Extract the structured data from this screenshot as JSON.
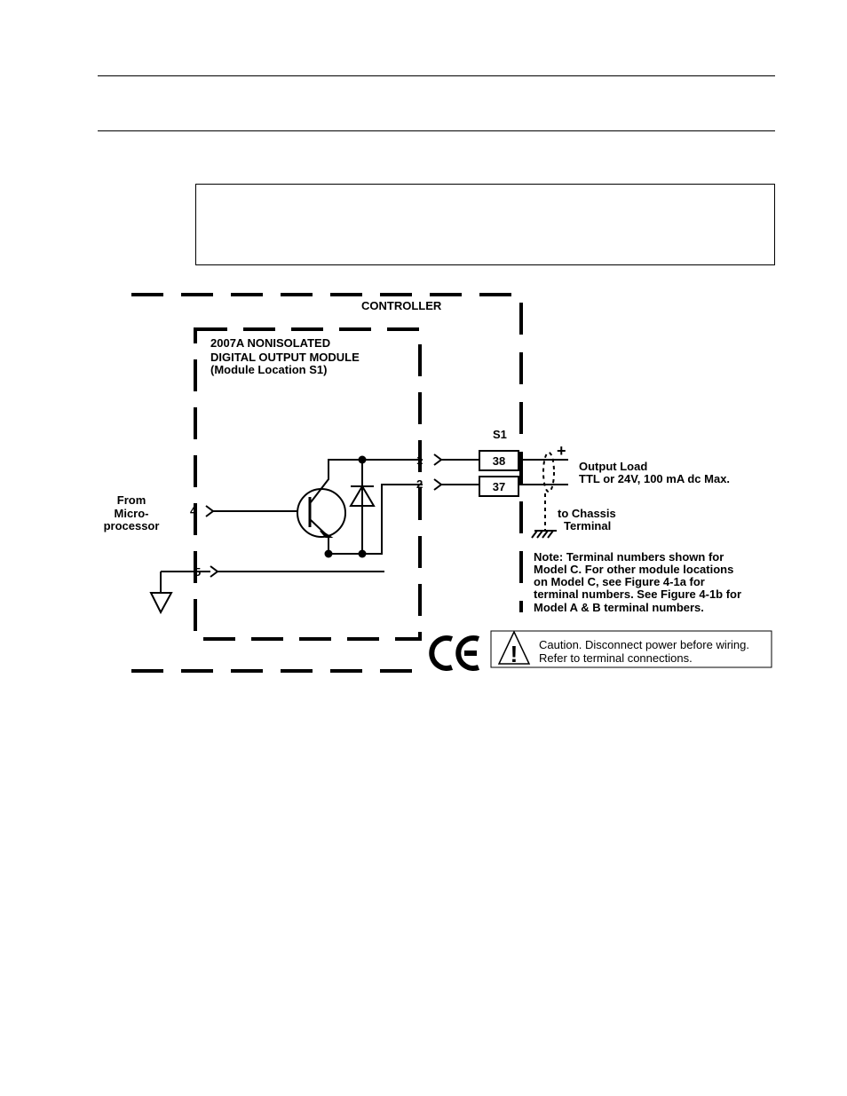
{
  "diagram": {
    "controller_label": "CONTROLLER",
    "module_title": [
      "2007A NONISOLATED",
      "DIGITAL OUTPUT MODULE",
      "(Module Location S1)"
    ],
    "source_label": [
      "From",
      "Micro-",
      "processor"
    ],
    "module_pins": {
      "p1": "1",
      "p2": "2",
      "p4": "4",
      "p5": "5"
    },
    "terminal_block_label": "S1",
    "terminals": {
      "t38": "38",
      "t37": "37"
    },
    "plus_sign": "+",
    "output_load": [
      "Output Load",
      "TTL or 24V, 100 mA dc Max."
    ],
    "chassis": [
      "to Chassis",
      "Terminal"
    ],
    "note": [
      "Note: Terminal numbers shown for",
      "Model C. For other module locations",
      "on Model C, see Figure 4-1a for",
      "terminal numbers. See Figure 4-1b for",
      "Model A & B terminal numbers."
    ],
    "ce_mark": "CE",
    "caution_symbol": "!",
    "caution": [
      "Caution. Disconnect power before wiring.",
      "Refer to terminal connections."
    ]
  }
}
